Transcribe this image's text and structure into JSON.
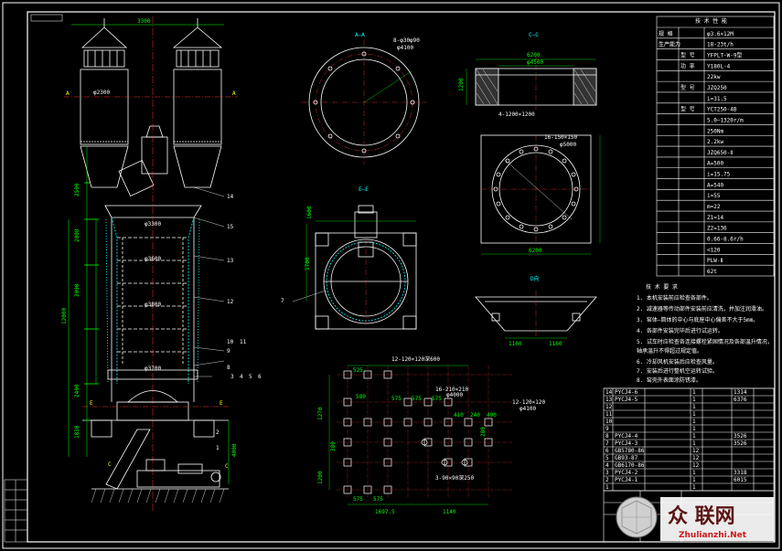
{
  "drawing": {
    "section_labels": {
      "aa": "A—A",
      "cc": "C—C",
      "ee": "E—E",
      "dd": "D向"
    },
    "dims": {
      "top_width": "3300",
      "dia_2300": "φ2300",
      "dia_3300": "φ3300",
      "dia_3600": "φ3600",
      "dia_3800": "φ3800",
      "dia_3700": "φ3700",
      "h_2500": "2500",
      "h_2000": "2000",
      "h_3000": "3000",
      "h_12000": "12000",
      "h_2400": "2400",
      "h_1830": "1830",
      "h_4000": "4000",
      "aa_holes": "8-φ30φ90",
      "aa_dia": "φ4100",
      "cc_6200": "6200",
      "cc_4500": "φ4500",
      "cc_1200": "1200",
      "cc_plate": "4-1200×1200",
      "plate_holes": "16-150×150",
      "plate_dia": "φ5000",
      "plate_6200": "6200",
      "ee_h": "1700",
      "ee_w": "1600",
      "dd_1160a": "1160",
      "dd_1160b": "1160",
      "f_1697": "1697.5",
      "f_1140": "1140",
      "f_holes_a": "12-120×120深600",
      "f_holes_b": "16-210×210",
      "f_holes_c": "12-120×120",
      "f_holes_d": "3-90×90深250",
      "f_dia_4100": "φ4100",
      "f_dia_4000": "φ4000",
      "f_h_1270": "1270",
      "f_h_1200": "1200",
      "f_h_380": "380",
      "f_h_280": "280",
      "f_d_525": "525",
      "f_d_580": "580",
      "f_d_575a": "575",
      "f_d_575b": "575",
      "f_d_575c": "575",
      "f_d_410": "410",
      "f_d_240": "240",
      "f_d_490": "490",
      "f_d_575d": "575",
      "f_d_575e": "575"
    },
    "part_numbers": [
      "1",
      "2",
      "3",
      "4",
      "5",
      "6",
      "7",
      "8",
      "9",
      "10",
      "11",
      "12",
      "13",
      "14",
      "15"
    ],
    "view_marks": {
      "a_left": "A",
      "a_right": "A",
      "e_left": "E",
      "e_right": "E",
      "c_left": "C",
      "c_right": "C"
    }
  },
  "spec_table": {
    "header": "技 术 性 能",
    "rows": [
      [
        "规 格",
        "",
        "φ3.6×12M"
      ],
      [
        "生产能力",
        "",
        "18-23t/h"
      ],
      [
        "",
        "型 号",
        "YFPLT-W-9型"
      ],
      [
        "",
        "功 率",
        "Y180L-4"
      ],
      [
        "",
        "",
        "22kw"
      ],
      [
        "",
        "型 号",
        "JZQ250"
      ],
      [
        "",
        "",
        "i=31.5"
      ],
      [
        "",
        "型 号",
        "YCT250-4B"
      ],
      [
        "",
        "",
        "5.0—1320r/m"
      ],
      [
        "",
        "",
        "250Nm"
      ],
      [
        "",
        "",
        "2.2kw"
      ],
      [
        "",
        "",
        "JZQ650-Ⅱ"
      ],
      [
        "",
        "",
        "A=500"
      ],
      [
        "",
        "",
        "i=15.75"
      ],
      [
        "",
        "",
        "A=540"
      ],
      [
        "",
        "",
        "i=55"
      ],
      [
        "",
        "",
        "m=22"
      ],
      [
        "",
        "",
        "Z1=14"
      ],
      [
        "",
        "",
        "Z2=136"
      ],
      [
        "",
        "",
        "0.66-8.6r/h"
      ],
      [
        "",
        "",
        "<120"
      ],
      [
        "",
        "",
        "PLW-Ⅱ"
      ],
      [
        "",
        "",
        "62t"
      ]
    ]
  },
  "notes": {
    "title": "技 术 要 求",
    "lines": [
      "1. 本机安装前应检查各部件。",
      "2. 减速器等传动部件安装前应清洗，并加注润滑油。",
      "3. 窑体—筒体的中心与底座中心偏差不大于5mm。",
      "4. 各部件安装完毕后进行试运转。",
      "5. 试车时应检查各连接螺栓紧固情况及各部温升情况，",
      "   轴承温升不得超过规定值。",
      "6. 冷却风机安装后应检查风量。",
      "7. 安装后进行整机空运转试验。",
      "8. 窑壳外表面涂防锈漆。"
    ]
  },
  "parts_list": {
    "rows": [
      [
        "14",
        "PYCJ4-6",
        "",
        "1",
        "",
        "1314"
      ],
      [
        "13",
        "PYCJ4-5",
        "",
        "1",
        "",
        "6376"
      ],
      [
        "12",
        "",
        "",
        "1",
        "",
        ""
      ],
      [
        "11",
        "",
        "",
        "1",
        "",
        ""
      ],
      [
        "10",
        "",
        "",
        "1",
        "",
        ""
      ],
      [
        "9",
        "",
        "",
        "1",
        "",
        ""
      ],
      [
        "8",
        "PYCJ4-4",
        "",
        "1",
        "",
        "3526"
      ],
      [
        "7",
        "PYCJ4-3",
        "",
        "1",
        "",
        "3526"
      ],
      [
        "6",
        "GB5780-86",
        "",
        "12",
        "",
        ""
      ],
      [
        "5",
        "GB93-87",
        "",
        "12",
        "",
        ""
      ],
      [
        "4",
        "GB6170-86",
        "",
        "12",
        "",
        ""
      ],
      [
        "3",
        "PYCJ4-2",
        "",
        "1",
        "",
        "3318"
      ],
      [
        "2",
        "PYCJ4-1",
        "",
        "1",
        "",
        "6015"
      ],
      [
        "1",
        "",
        "",
        "1",
        "",
        ""
      ]
    ]
  },
  "watermark": {
    "text": "众 联网",
    "url": "Zhulianzhi.Net"
  },
  "colors": {
    "background": "#000000",
    "line": "#ffffff",
    "center_line": "#ff3030",
    "dimension": "#00ff00",
    "hidden": "#ffff00",
    "refractory": "#00ffff"
  }
}
